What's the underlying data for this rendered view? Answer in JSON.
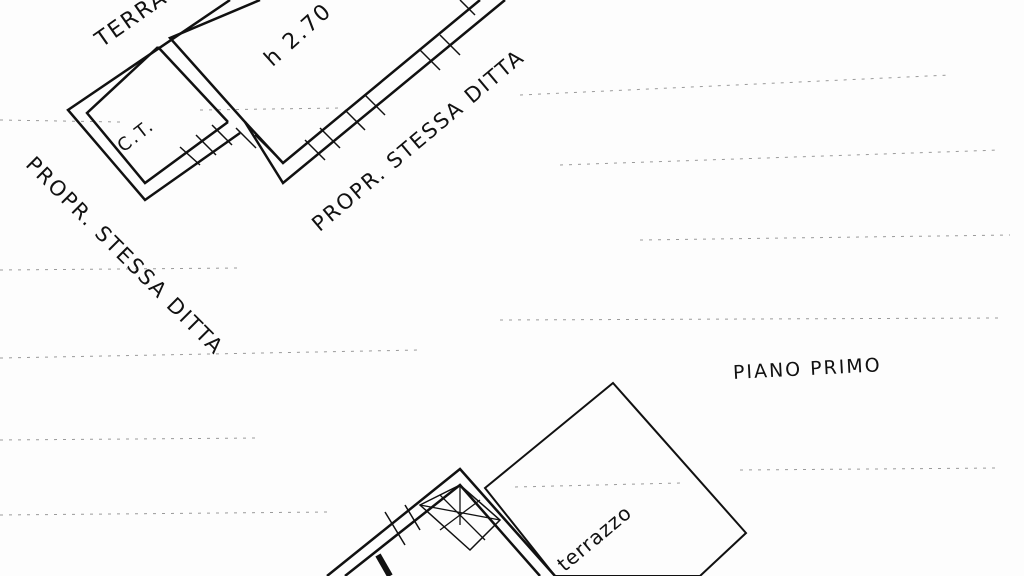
{
  "plan": {
    "label_terra": "TERRA",
    "label_height": "h 2.70",
    "label_ct": "C.T.",
    "label_propr_left": "PROPR. STESSA DITTA",
    "label_propr_right": "PROPR. STESSA DITTA",
    "label_floor": "PIANO PRIMO",
    "label_terrazzo": "terrazzo"
  },
  "colors": {
    "ink": "#111111",
    "paper": "#fdfdfd",
    "noise": "#9a9a9a"
  }
}
